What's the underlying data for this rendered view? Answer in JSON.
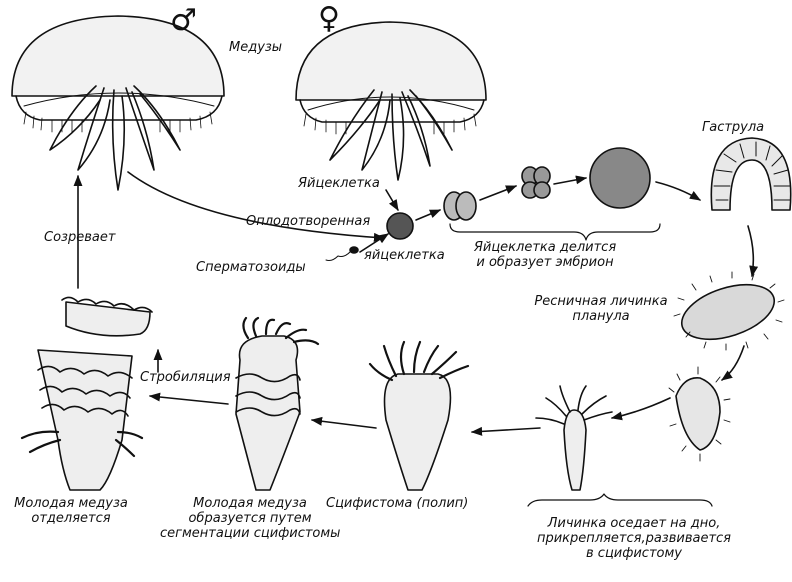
{
  "labels": {
    "medusae": "Медузы",
    "male_symbol": "♂",
    "female_symbol": "♀",
    "egg_cell": "Яйцеклетка",
    "fertilized": "Оплодотворенная",
    "fertilized_egg": "яйцеклетка",
    "sperm": "Сперматозоиды",
    "cleavage_line1": "Яйцеклетка делится",
    "cleavage_line2": "и образует эмбрион",
    "gastrula": "Гаструла",
    "planula_line1": "Ресничная личинка",
    "planula_line2": "планула",
    "settles_line1": "Личинка оседает на дно,",
    "settles_line2": "прикрепляется,развивается",
    "settles_line3": "в сцифистому",
    "scyphistoma": "Сцифистома (полип)",
    "segmenting_line1": "Молодая медуза",
    "segmenting_line2": "образуется путем",
    "segmenting_line3": "сегментации сцифистомы",
    "detaches_line1": "Молодая медуза",
    "detaches_line2": "отделяется",
    "strobilation": "Стробиляция",
    "matures": "Созревает"
  },
  "colors": {
    "ink": "#111111",
    "background": "#ffffff"
  }
}
